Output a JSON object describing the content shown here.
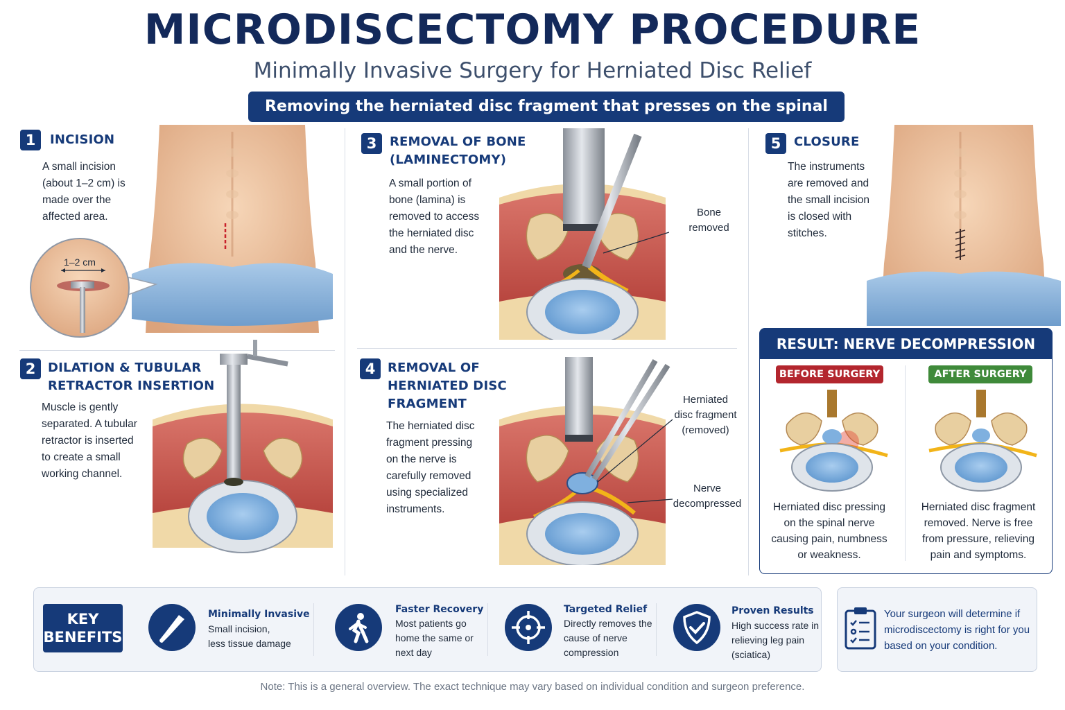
{
  "header": {
    "title": "MICRODISCECTOMY PROCEDURE",
    "subtitle": "Minimally Invasive Surgery for Herniated Disc Relief",
    "banner": "Removing the herniated disc fragment that presses on the spinal nerve"
  },
  "steps": [
    {
      "number": "1",
      "title_lines": [
        "INCISION"
      ],
      "text_lines": [
        "A small incision",
        "(about 1–2 cm) is",
        "made over the",
        "affected area."
      ],
      "callout": "1–2 cm"
    },
    {
      "number": "2",
      "title_lines": [
        "DILATION & TUBULAR",
        "RETRACTOR INSERTION"
      ],
      "text_lines": [
        "Muscle is gently",
        "separated. A tubular",
        "retractor is inserted",
        "to create a small",
        "working channel."
      ]
    },
    {
      "number": "3",
      "title_lines": [
        "REMOVAL OF BONE",
        "(LAMINECTOMY)"
      ],
      "text_lines": [
        "A small portion of",
        "bone (lamina) is",
        "removed to access",
        "the herniated disc",
        "and the nerve."
      ],
      "callout_lines": [
        "Bone",
        "removed"
      ]
    },
    {
      "number": "4",
      "title_lines": [
        "REMOVAL OF",
        "HERNIATED DISC",
        "FRAGMENT"
      ],
      "text_lines": [
        "The herniated disc",
        "fragment pressing",
        "on the nerve is",
        "carefully removed",
        "using specialized",
        "instruments."
      ],
      "callout_a_lines": [
        "Herniated",
        "disc fragment",
        "(removed)"
      ],
      "callout_b_lines": [
        "Nerve",
        "decompressed"
      ]
    },
    {
      "number": "5",
      "title_lines": [
        "CLOSURE"
      ],
      "text_lines": [
        "The instruments",
        "are removed and",
        "the small incision",
        "is closed with",
        "stitches."
      ]
    }
  ],
  "result": {
    "title": "RESULT: NERVE DECOMPRESSION",
    "before_label": "BEFORE SURGERY",
    "after_label": "AFTER SURGERY",
    "before_lines": [
      "Herniated disc pressing",
      "on the spinal nerve",
      "causing pain, numbness",
      "or weakness."
    ],
    "after_lines": [
      "Herniated disc fragment",
      "removed. Nerve is free",
      "from pressure, relieving",
      "pain and symptoms."
    ],
    "before_color": "#b3262e",
    "after_color": "#3f8a3a"
  },
  "benefits": {
    "heading_lines": [
      "KEY",
      "BENEFITS"
    ],
    "items": [
      {
        "icon": "scalpel-icon",
        "title": "Minimally Invasive",
        "lines": [
          "Small incision,",
          "less tissue damage"
        ]
      },
      {
        "icon": "walking-person-icon",
        "title": "Faster Recovery",
        "lines": [
          "Most patients go",
          "home the same or",
          "next day"
        ]
      },
      {
        "icon": "target-icon",
        "title": "Targeted Relief",
        "lines": [
          "Directly removes the",
          "cause of nerve",
          "compression"
        ]
      },
      {
        "icon": "shield-check-icon",
        "title": "Proven Results",
        "lines": [
          "High success rate in",
          "relieving leg pain",
          "(sciatica)"
        ]
      }
    ],
    "surgeon_icon": "clipboard-checklist-icon",
    "surgeon_lines": [
      "Your surgeon will determine if",
      "microdiscectomy is right for you",
      "based on your condition."
    ]
  },
  "note": "Note: This is a general overview. The exact technique may vary based on individual condition and surgeon preference.",
  "colors": {
    "navy": "#163a79",
    "title": "#13295a",
    "drape": "#8fb6dc",
    "skin": "#f0c9a6",
    "bone": "#e8cfa0",
    "disc": "#7fb0df",
    "nerve": "#f2b419",
    "muscle": "#c9584e"
  }
}
